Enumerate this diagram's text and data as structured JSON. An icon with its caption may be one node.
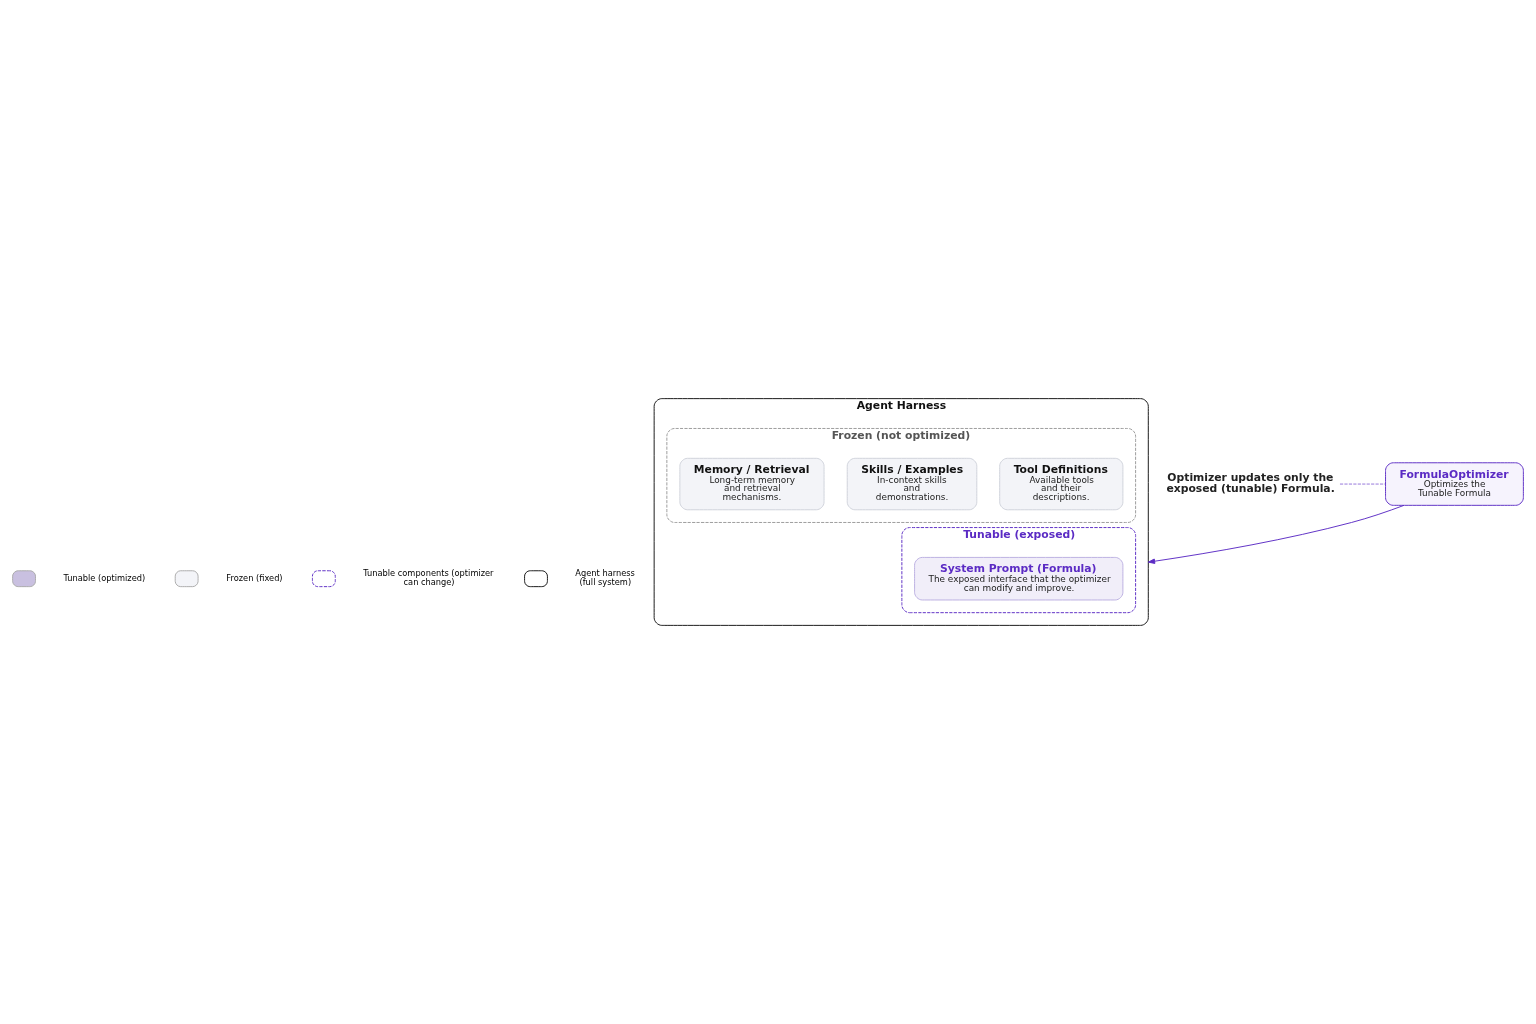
{
  "diagram": {
    "nodes": [
      {
        "text": [
          "FormulaOptimizer",
          "Optimizes the Tunable Formula"
        ]
      },
      {
        "text": [
          "Optimizer updates only the exposed (tunable) Formula."
        ]
      },
      {
        "text": [
          "Agent Harness"
        ]
      },
      {
        "text": [
          "Tunable (exposed)"
        ],
        "in": 2
      },
      {
        "text": [
          "System Prompt (Formula)",
          "The exposed interface that the optimizer can modify and improve."
        ],
        "in": 3
      },
      {
        "text": [
          "Frozen (not optimized)"
        ],
        "in": 2
      },
      {
        "text": [
          "Tool Definitions",
          "Available tools and their descriptions."
        ],
        "in": 5
      },
      {
        "text": [
          "Skills / Examples",
          "In-context skills and demonstrations."
        ],
        "in": 5
      },
      {
        "text": [
          "Memory / Retrieval",
          "Long-term memory and retrieval mechanisms."
        ],
        "in": 5
      }
    ],
    "edges": [
      {
        "from": 0,
        "to": 2,
        "arrow": "to",
        "color": "#5b2bc4"
      },
      {
        "from": 1,
        "to": 0,
        "arrow": "none",
        "style": "dashed",
        "color": "#5b2bc4"
      }
    ],
    "legend": [
      {
        "text": "Tunable (optimized)",
        "color": "#c9c0e0"
      },
      {
        "text": "Frozen (fixed)",
        "color": "#f3f4f8"
      },
      {
        "text": "Tunable components (optimizer can change)"
      },
      {
        "text": "Agent harness (full system)"
      }
    ]
  }
}
